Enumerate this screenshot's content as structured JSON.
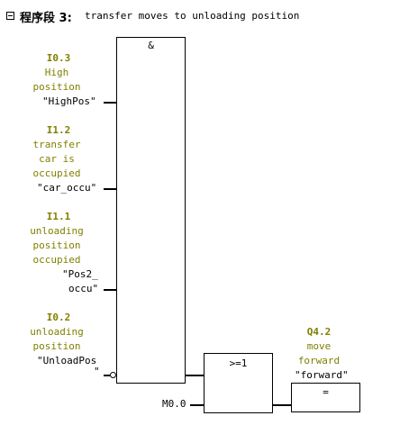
{
  "network": {
    "label": "程序段 3",
    "colon": ":",
    "title": "transfer moves to unloading position"
  },
  "and_box": {
    "label": "&"
  },
  "or_box": {
    "label": ">=1"
  },
  "assign_box": {
    "label": "="
  },
  "inputs": [
    {
      "address": "I0.3",
      "comment": [
        "High",
        "position"
      ],
      "symbol": [
        "\"HighPos\""
      ]
    },
    {
      "address": "I1.2",
      "comment": [
        "transfer",
        "car is",
        "occupied"
      ],
      "symbol": [
        "\"car_occu\""
      ]
    },
    {
      "address": "I1.1",
      "comment": [
        "unloading",
        "position",
        "occupied"
      ],
      "symbol": [
        "\"Pos2_",
        "occu\""
      ]
    },
    {
      "address": "I0.2",
      "comment": [
        "unloading",
        "position"
      ],
      "symbol": [
        "\"UnloadPos",
        "\""
      ]
    }
  ],
  "or_second_input": {
    "address": "M0.0"
  },
  "output": {
    "address": "Q4.2",
    "comment": [
      "move",
      "forward"
    ],
    "symbol": [
      "\"forward\""
    ]
  }
}
